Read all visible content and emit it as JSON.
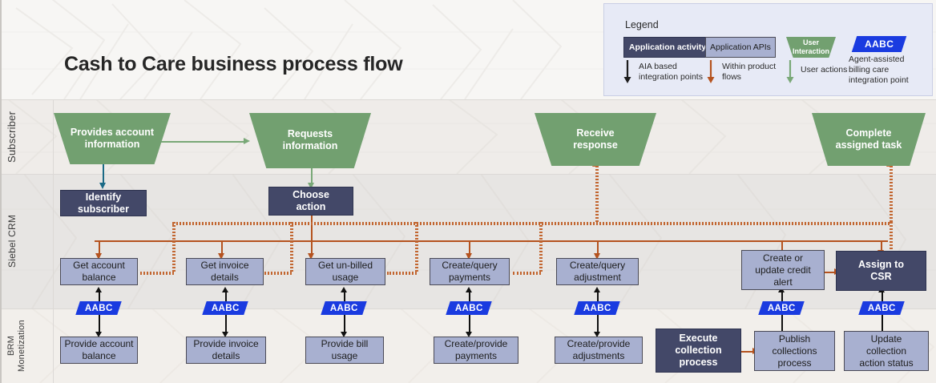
{
  "title": "Cash to Care business process flow",
  "colors": {
    "activity": "#434868",
    "api": "#a8b0d0",
    "user": "#72a070",
    "aabc": "#1a3be0",
    "within_product_flow": "#b5531f",
    "aia_integration": "#1d1d1d",
    "user_action": "#72a070",
    "subscriber_first_arrow": "#1b6a86",
    "lane_subscriber_bg": "#efece9",
    "lane_crm_bg": "#e7e5e3",
    "lane_brm_bg": "#f2efeb",
    "legend_bg": "#e7eaf6"
  },
  "lanes": [
    {
      "id": "subscriber",
      "label": "Subscriber"
    },
    {
      "id": "crm",
      "label": "Siebel CRM"
    },
    {
      "id": "brm",
      "label": "BRM\nMonetization"
    }
  ],
  "lane_labels": {
    "subscriber": "Subscriber",
    "crm": "Siebel CRM",
    "brm_line1": "BRM",
    "brm_line2": "Monetization"
  },
  "legend": {
    "title": "Legend",
    "activity_label": "Application activity",
    "api_label": "Application APIs",
    "user_label_line1": "User",
    "user_label_line2": "Interaction",
    "aabc_label": "AABC",
    "activity_caption_line1": "AIA based",
    "activity_caption_line2": "integration points",
    "api_caption_line1": "Within product",
    "api_caption_line2": "flows",
    "user_caption": "User actions",
    "aabc_caption_line1": "Agent-assisted",
    "aabc_caption_line2": "billing care",
    "aabc_caption_line3": "integration point"
  },
  "subscriber_nodes": [
    {
      "id": "provides-account-information",
      "line1": "Provides account",
      "line2": "information"
    },
    {
      "id": "requests-information",
      "line1": "Requests",
      "line2": "information"
    },
    {
      "id": "receive-response",
      "line1": "Receive",
      "line2": "response"
    },
    {
      "id": "complete-assigned-task",
      "line1": "Complete",
      "line2": "assigned task"
    }
  ],
  "crm_activities": [
    {
      "id": "identify-subscriber",
      "line1": "Identify",
      "line2": "subscriber"
    },
    {
      "id": "choose-action",
      "line1": "Choose",
      "line2": "action"
    },
    {
      "id": "assign-to-csr",
      "line1": "Assign to",
      "line2": "CSR"
    }
  ],
  "crm_apis": [
    {
      "id": "get-account-balance",
      "line1": "Get account",
      "line2": "balance",
      "line3": ""
    },
    {
      "id": "get-invoice-details",
      "line1": "Get invoice",
      "line2": "details",
      "line3": ""
    },
    {
      "id": "get-un-billed-usage",
      "line1": "Get un-billed",
      "line2": "usage",
      "line3": ""
    },
    {
      "id": "create-query-payments",
      "line1": "Create/query",
      "line2": "payments",
      "line3": ""
    },
    {
      "id": "create-query-adjustment",
      "line1": "Create/query",
      "line2": "adjustment",
      "line3": ""
    },
    {
      "id": "create-or-update-credit-alert",
      "line1": "Create or",
      "line2": "update credit",
      "line3": "alert"
    }
  ],
  "brm_nodes": [
    {
      "id": "provide-account-balance",
      "line1": "Provide account",
      "line2": "balance",
      "line3": "",
      "kind": "api"
    },
    {
      "id": "provide-invoice-details",
      "line1": "Provide invoice",
      "line2": "details",
      "line3": "",
      "kind": "api"
    },
    {
      "id": "provide-bill-usage",
      "line1": "Provide bill",
      "line2": "usage",
      "line3": "",
      "kind": "api"
    },
    {
      "id": "create-provide-payments",
      "line1": "Create/provide",
      "line2": "payments",
      "line3": "",
      "kind": "api"
    },
    {
      "id": "create-provide-adjustments",
      "line1": "Create/provide",
      "line2": "adjustments",
      "line3": "",
      "kind": "api"
    },
    {
      "id": "execute-collection-process",
      "line1": "Execute",
      "line2": "collection",
      "line3": "process",
      "kind": "activity"
    },
    {
      "id": "publish-collections-process",
      "line1": "Publish",
      "line2": "collections",
      "line3": "process",
      "kind": "api"
    },
    {
      "id": "update-collection-action-status",
      "line1": "Update",
      "line2": "collection",
      "line3": "action status",
      "kind": "api"
    }
  ],
  "aabc_badges": [
    {
      "id": "aabc-1",
      "label": "AABC"
    },
    {
      "id": "aabc-2",
      "label": "AABC"
    },
    {
      "id": "aabc-3",
      "label": "AABC"
    },
    {
      "id": "aabc-4",
      "label": "AABC"
    },
    {
      "id": "aabc-5",
      "label": "AABC"
    },
    {
      "id": "aabc-6",
      "label": "AABC"
    },
    {
      "id": "aabc-7",
      "label": "AABC"
    }
  ]
}
